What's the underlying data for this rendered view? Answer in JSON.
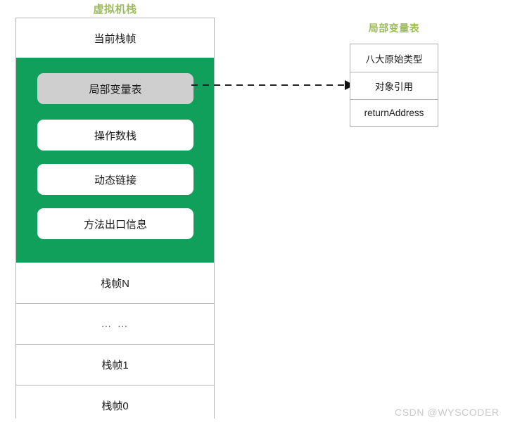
{
  "colors": {
    "title_green": "#9cbb5f",
    "panel_green": "#10a05b",
    "highlight_gray": "#cfcfcf",
    "border_gray": "#b7b7b7",
    "watermark_gray": "#c9c9c9",
    "text": "#1a1a1a"
  },
  "vm_stack": {
    "title": "虚拟机栈",
    "current_frame_label": "当前栈帧",
    "current_frame_parts": [
      {
        "label": "局部变量表",
        "highlighted": true
      },
      {
        "label": "操作数栈",
        "highlighted": false
      },
      {
        "label": "动态链接",
        "highlighted": false
      },
      {
        "label": "方法出口信息",
        "highlighted": false
      }
    ],
    "frames": [
      {
        "label": "栈帧N"
      },
      {
        "label": "… …"
      },
      {
        "label": "栈帧1"
      },
      {
        "label": "栈帧0"
      }
    ]
  },
  "local_variable_table": {
    "title": "局部变量表",
    "rows": [
      {
        "label": "八大原始类型"
      },
      {
        "label": "对象引用"
      },
      {
        "label": "returnAddress"
      }
    ]
  },
  "connector": {
    "name": "dashed-arrow",
    "from": "局部变量表",
    "to": "对象引用",
    "style": "dashed",
    "arrowhead": "right"
  },
  "watermark": {
    "text": "CSDN @WYSCODER"
  }
}
